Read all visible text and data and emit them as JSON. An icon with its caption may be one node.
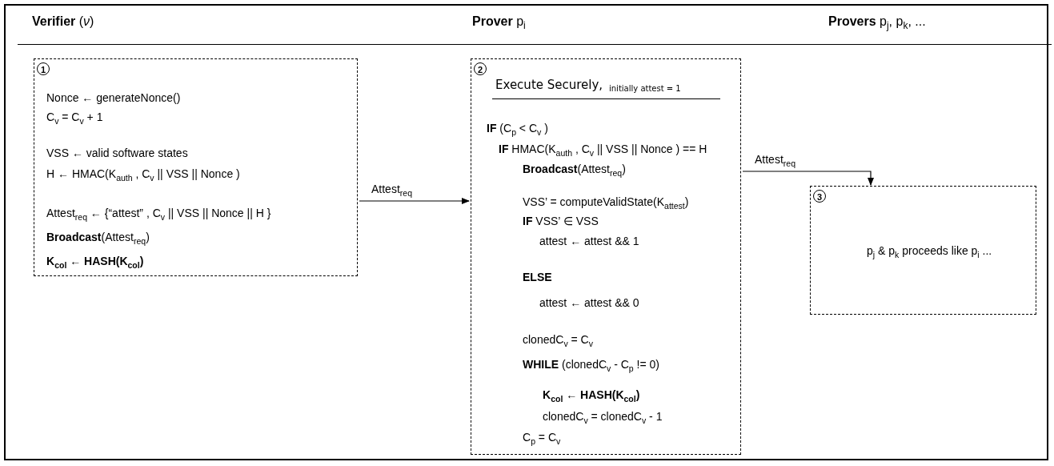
{
  "diagram": {
    "nodes": [
      {
        "text": [
          "1",
          "Nonce ← generateNonce()",
          "C$_{v}$ = C$_{v}$ + 1",
          "VSS ← valid software states",
          "H ← HMAC(K$_{auth}$ , C$_{v}$ || VSS || Nonce )",
          "Attest$_{req}$ ← {“attest” , C$_{v}$ || VSS || Nonce || H }",
          "**Broadcast**(Attest$_{req}$)",
          "**K$_{col}$ ← HASH(K$_{col}$)**"
        ]
      },
      {
        "text": [
          "2",
          "Execute Securely,",
          "initially attest = 1",
          "**IF** (C$_{p}$  < C$_{v}$ )",
          "**IF** HMAC(K$_{auth}$ , C$_{v}$ || VSS || Nonce ) == H",
          "**Broadcast**(Attest$_{req}$)",
          "VSS’ = computeValidState(K$_{attest}$)",
          "**IF** VSS’ ∈ VSS",
          "attest ← attest && 1",
          "**ELSE**",
          "attest ← attest && 0",
          "clonedC$_{v}$ = C$_{v}$",
          "**WHILE** (clonedC$_{v}$ - C$_{p}$ != 0)",
          "**K$_{col}$ ← HASH(K$_{col}$)**",
          "clonedC$_{v}$ = clonedC$_{v}$ - 1",
          "C$_{p}$ = C$_{v}$"
        ]
      },
      {
        "text": [
          "3",
          "p$_{j}$ & p$_{k}$ proceeds like p$_{i}$ ..."
        ]
      }
    ],
    "edges": [
      {
        "from": 0,
        "to": 1,
        "arrow": "to",
        "label": "Attest$_{req}$"
      },
      {
        "from": 1,
        "to": 2,
        "arrow": "to",
        "label": "Attest$_{req}$"
      }
    ],
    "labels": [
      "**Verifier** (*ν*)",
      "**Prover** p$_{i}$",
      "**Provers** p$_{j}$, p$_{k}$, ..."
    ]
  }
}
